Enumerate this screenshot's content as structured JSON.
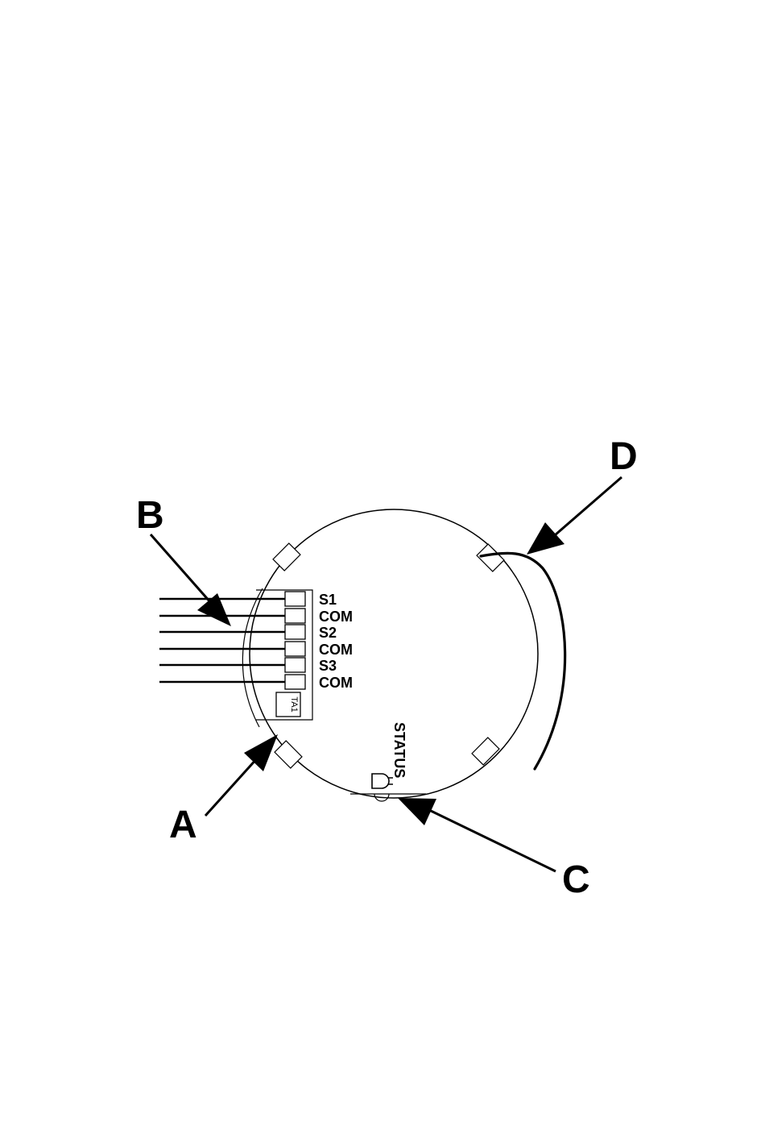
{
  "callouts": {
    "a": "A",
    "b": "B",
    "c": "C",
    "d": "D"
  },
  "terminals": [
    "S1",
    "COM",
    "S2",
    "COM",
    "S3",
    "COM"
  ],
  "terminal_block_label": "TA1",
  "status_label": "STATUS",
  "colors": {
    "line": "#000000",
    "background": "#ffffff"
  }
}
